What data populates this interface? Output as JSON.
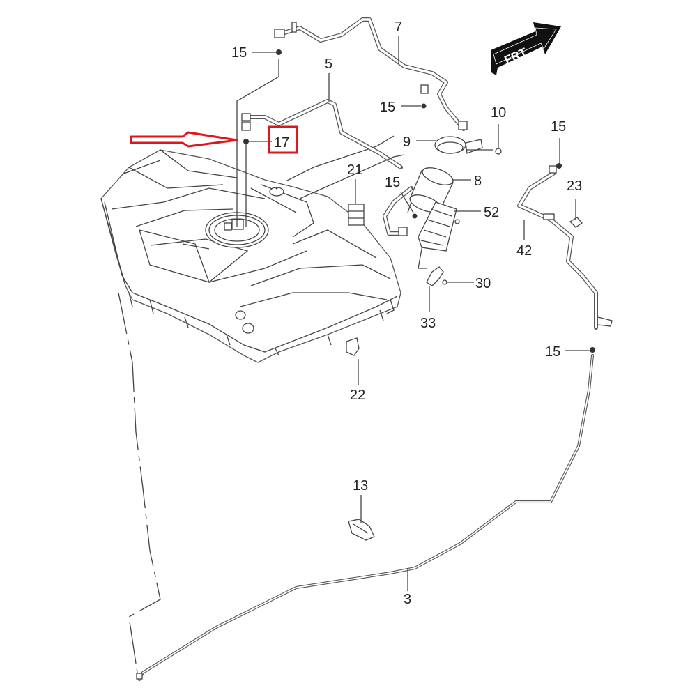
{
  "diagram": {
    "title": "Fuel tank and fuel line assembly exploded parts diagram",
    "direction_indicator": {
      "text": "FRT",
      "icon": "front-direction-arrow-icon"
    },
    "highlight": {
      "part_number": "17",
      "color": "#e0161c",
      "indicator": "red-outline-arrow-icon"
    },
    "callouts": [
      {
        "id": "c15a",
        "label": "15"
      },
      {
        "id": "c7",
        "label": "7"
      },
      {
        "id": "c5",
        "label": "5"
      },
      {
        "id": "c15b",
        "label": "15"
      },
      {
        "id": "c10",
        "label": "10"
      },
      {
        "id": "c9",
        "label": "9"
      },
      {
        "id": "c17",
        "label": "17"
      },
      {
        "id": "c15c",
        "label": "15"
      },
      {
        "id": "c23",
        "label": "23"
      },
      {
        "id": "c21",
        "label": "21"
      },
      {
        "id": "c15d",
        "label": "15"
      },
      {
        "id": "c8",
        "label": "8"
      },
      {
        "id": "c52",
        "label": "52"
      },
      {
        "id": "c42",
        "label": "42"
      },
      {
        "id": "c30",
        "label": "30"
      },
      {
        "id": "c33",
        "label": "33"
      },
      {
        "id": "c15e",
        "label": "15"
      },
      {
        "id": "c22",
        "label": "22"
      },
      {
        "id": "c13",
        "label": "13"
      },
      {
        "id": "c3",
        "label": "3"
      }
    ]
  }
}
